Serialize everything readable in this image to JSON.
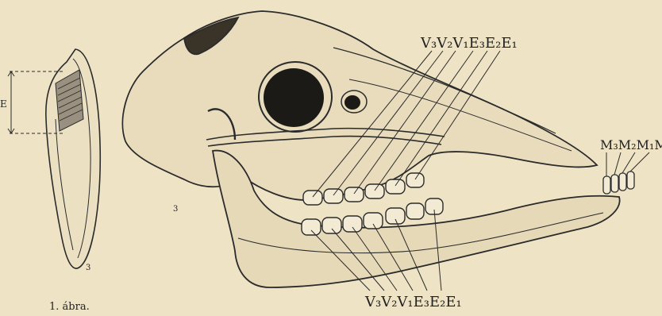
{
  "labels": {
    "upper_teeth": "V₃V₂V₁E₃E₂E₁",
    "lower_teeth": "V₃V₂V₁E₃E₂E₁",
    "incisors": "M₃M₂M₁M",
    "tooth_scale": "E",
    "small_mark_a": "3",
    "small_mark_b": "3"
  },
  "caption": "1. ábra."
}
